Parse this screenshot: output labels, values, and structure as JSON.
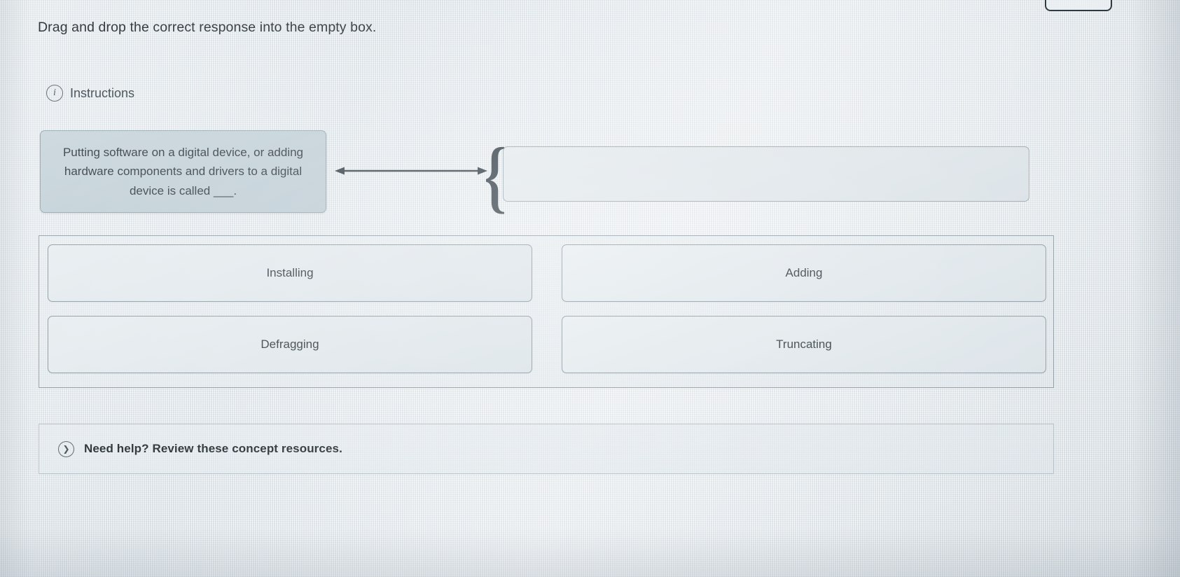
{
  "page": {
    "heading": "Drag and drop the correct response into the empty box."
  },
  "instructions": {
    "icon": "info-circle-icon",
    "label": "Instructions"
  },
  "question": {
    "prompt_text": "Putting software on a digital device, or adding hardware components and drivers to a digital device is called ___.",
    "connector_icon": "double-headed-arrow-icon",
    "brace_glyph": "{",
    "drop_zone_value": ""
  },
  "answer_bank": {
    "columns": [
      {
        "tiles": [
          {
            "label": "Installing"
          },
          {
            "label": "Defragging"
          }
        ]
      },
      {
        "tiles": [
          {
            "label": "Adding"
          },
          {
            "label": "Truncating"
          }
        ]
      }
    ]
  },
  "help": {
    "icon": "chevron-right-circle-icon",
    "label": "Need help? Review these concept resources."
  },
  "colors": {
    "background": "#dfe6ea",
    "prompt_fill": "#c3d2d8",
    "tile_fill": "#e2e9ed",
    "border": "#8e9aa2",
    "text": "#2e383e"
  }
}
